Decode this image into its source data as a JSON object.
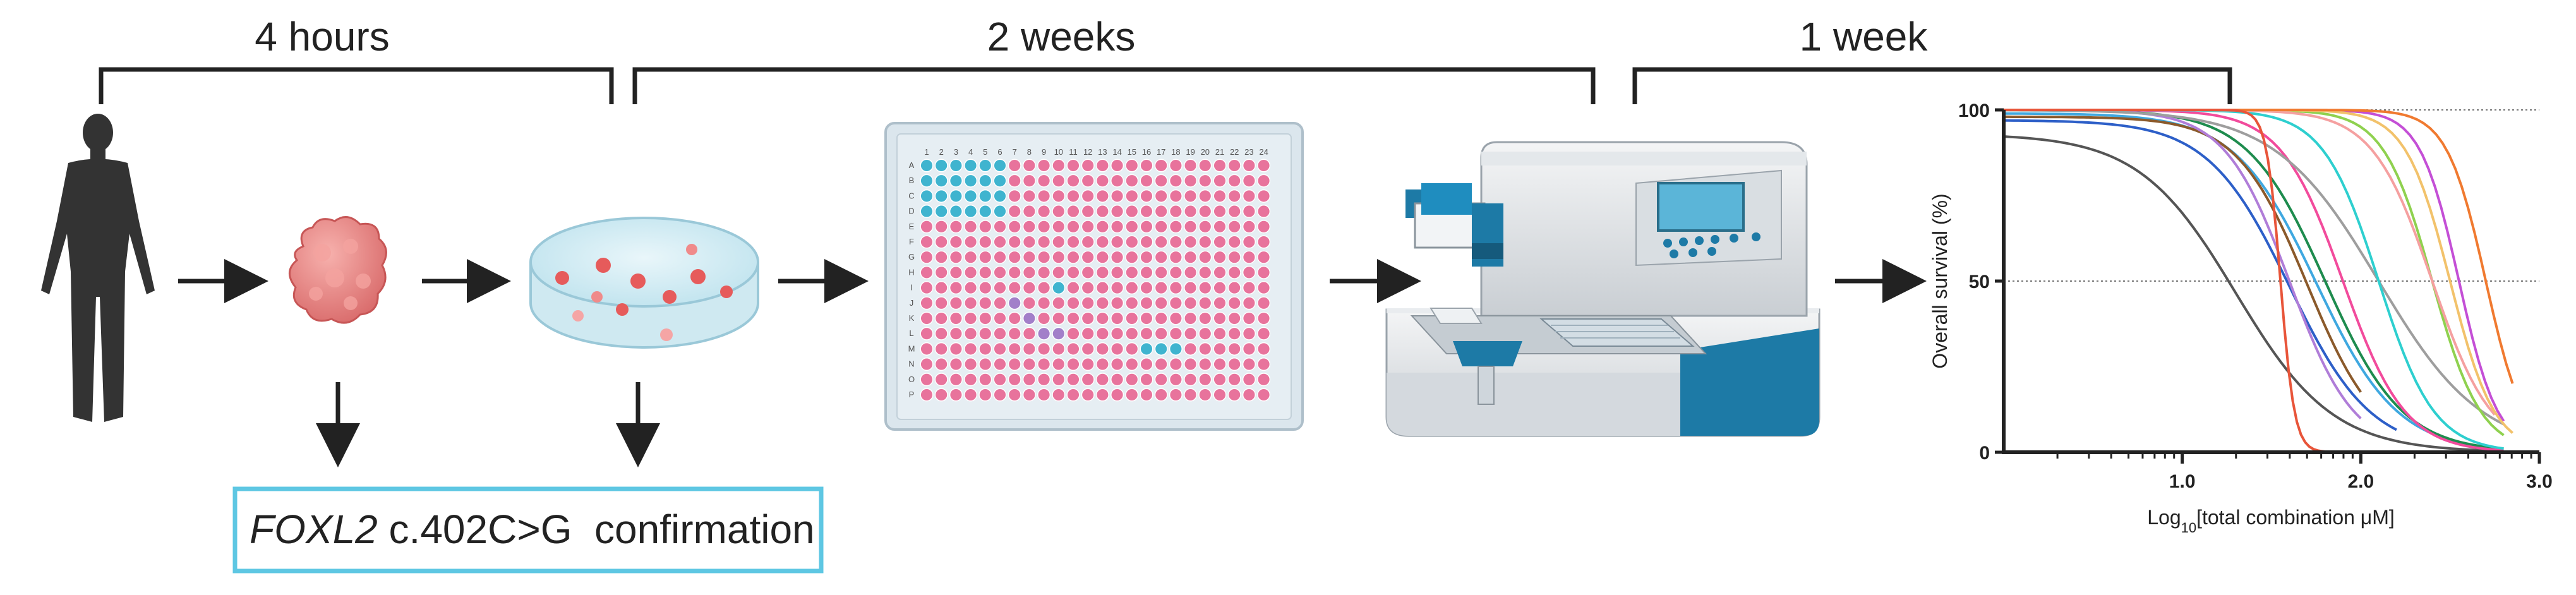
{
  "timeline": {
    "stage1": "4 hours",
    "stage2": "2 weeks",
    "stage3": "1 week"
  },
  "confirmation": {
    "gene": "FOXL2",
    "text": " c.402C>G  confirmation"
  },
  "plate": {
    "rows": [
      "A",
      "B",
      "C",
      "D",
      "E",
      "F",
      "G",
      "H",
      "I",
      "J",
      "K",
      "L",
      "M",
      "N",
      "O",
      "P"
    ],
    "cols": [
      "1",
      "2",
      "3",
      "4",
      "5",
      "6",
      "7",
      "8",
      "9",
      "10",
      "11",
      "12",
      "13",
      "14",
      "15",
      "16",
      "17",
      "18",
      "19",
      "20",
      "21",
      "22",
      "23",
      "24"
    ]
  },
  "colors": {
    "well_pink": "#e8739c",
    "well_blue": "#3fb4cf",
    "well_purple": "#a27fc9",
    "plate_bg": "#d6e4ec",
    "confirm_border": "#5ec7e3"
  },
  "chart_data": {
    "type": "line",
    "xlabel_pre": "Log",
    "xlabel_sub": "10",
    "xlabel_post": "[total combination μM]",
    "ylabel": "Overall survival (%)",
    "xlim": [
      0.0,
      3.0
    ],
    "ylim": [
      0,
      100
    ],
    "xticks": [
      "1.0",
      "2.0",
      "3.0"
    ],
    "xtick_values": [
      1.0,
      2.0,
      3.0
    ],
    "yticks": [
      "0",
      "50",
      "100"
    ],
    "ytick_values": [
      0,
      50,
      100
    ],
    "dotted_gridlines": [
      50,
      100
    ],
    "series": [
      {
        "color": "#555555",
        "ec50": 1.3,
        "hill": 1.6,
        "top": 93,
        "xmax": 2.75
      },
      {
        "color": "#2d5fc8",
        "ec50": 1.6,
        "hill": 1.9,
        "top": 97,
        "xmax": 2.2
      },
      {
        "color": "#3fa8e0",
        "ec50": 1.75,
        "hill": 1.9,
        "top": 99,
        "xmax": 2.8
      },
      {
        "color": "#1e8c4e",
        "ec50": 1.8,
        "hill": 2.0,
        "top": 100,
        "xmax": 2.8
      },
      {
        "color": "#8b5a2b",
        "ec50": 1.7,
        "hill": 2.2,
        "top": 98,
        "xmax": 2.0
      },
      {
        "color": "#b07dd8",
        "ec50": 1.6,
        "hill": 2.4,
        "top": 100,
        "xmax": 2.0
      },
      {
        "color": "#f24b9c",
        "ec50": 1.9,
        "hill": 2.5,
        "top": 100,
        "xmax": 2.8
      },
      {
        "color": "#9e9e9e",
        "ec50": 2.1,
        "hill": 1.5,
        "top": 100,
        "xmax": 2.8
      },
      {
        "color": "#2ecfcf",
        "ec50": 2.1,
        "hill": 2.8,
        "top": 100,
        "xmax": 2.8
      },
      {
        "color": "#8fd14f",
        "ec50": 2.4,
        "hill": 3.2,
        "top": 100,
        "xmax": 2.8
      },
      {
        "color": "#f5a0a0",
        "ec50": 2.4,
        "hill": 2.6,
        "top": 100,
        "xmax": 2.75
      },
      {
        "color": "#c44fd6",
        "ec50": 2.55,
        "hill": 4.0,
        "top": 100,
        "xmax": 2.8
      },
      {
        "color": "#f2c26b",
        "ec50": 2.5,
        "hill": 3.5,
        "top": 100,
        "xmax": 2.85
      },
      {
        "color": "#f07a30",
        "ec50": 2.7,
        "hill": 4.0,
        "top": 100,
        "xmax": 2.85
      },
      {
        "color": "#e8553a",
        "ec50": 1.55,
        "hill": 11.0,
        "top": 100,
        "xmax": 1.85
      }
    ]
  }
}
